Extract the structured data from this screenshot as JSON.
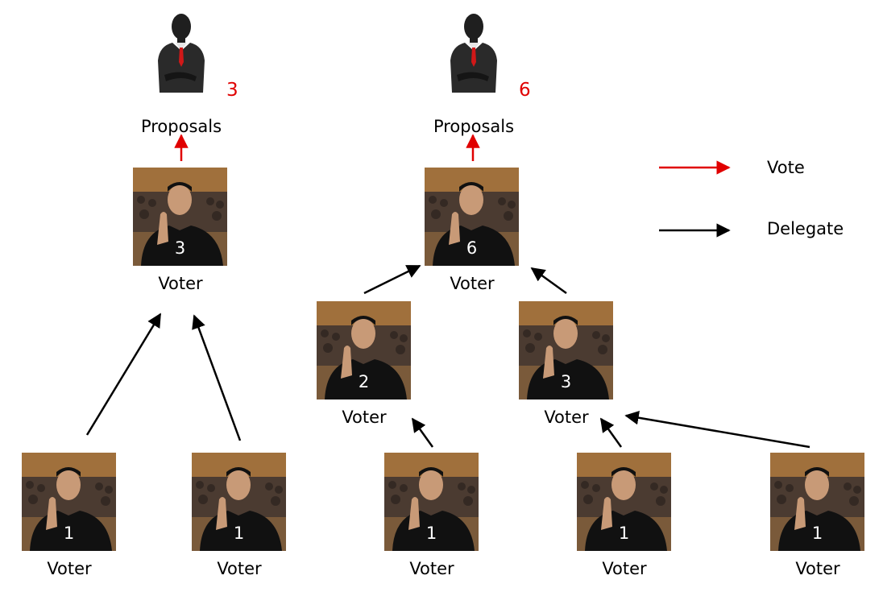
{
  "proposals": [
    {
      "label": "Proposals",
      "count": "3"
    },
    {
      "label": "Proposals",
      "count": "6"
    }
  ],
  "voters": [
    {
      "label": "Voter",
      "count": "3"
    },
    {
      "label": "Voter",
      "count": "6"
    },
    {
      "label": "Voter",
      "count": "2"
    },
    {
      "label": "Voter",
      "count": "3"
    },
    {
      "label": "Voter",
      "count": "1"
    },
    {
      "label": "Voter",
      "count": "1"
    },
    {
      "label": "Voter",
      "count": "1"
    },
    {
      "label": "Voter",
      "count": "1"
    },
    {
      "label": "Voter",
      "count": "1"
    }
  ],
  "legend": {
    "vote_label": "Vote",
    "delegate_label": "Delegate"
  },
  "colors": {
    "vote": "#e00000",
    "delegate": "#000000"
  }
}
